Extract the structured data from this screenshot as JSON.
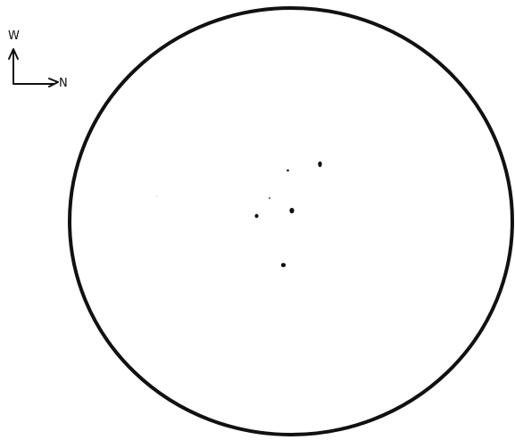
{
  "orientation": {
    "up_label": "W",
    "right_label": "N"
  },
  "field_of_view": {
    "stroke_color": "#111111",
    "background": "#ffffff"
  },
  "stars": {
    "count": 7,
    "color": "#111111"
  }
}
